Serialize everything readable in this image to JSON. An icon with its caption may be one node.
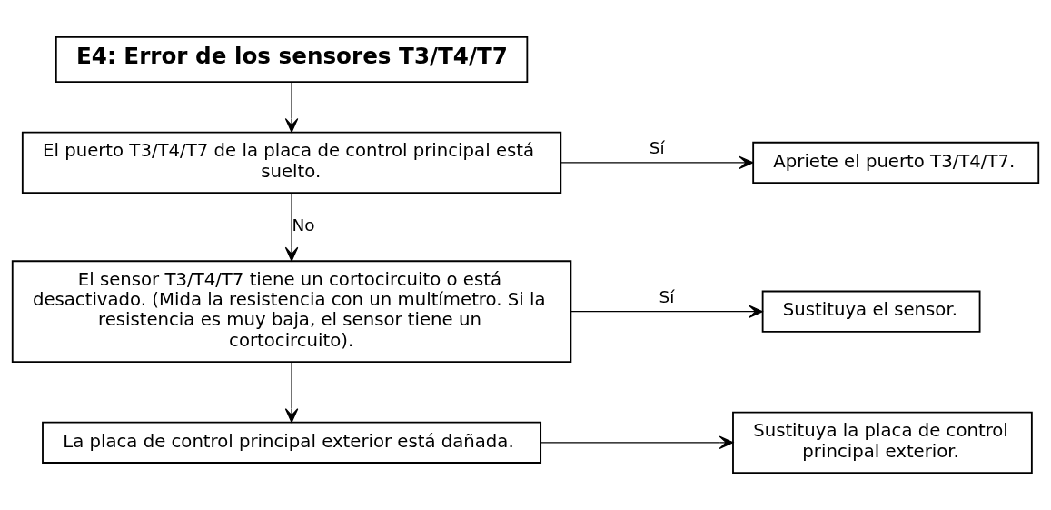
{
  "diagram": {
    "nodes": [
      {
        "text": [
          "E4: Error de los sensores T3/T4/T7"
        ]
      },
      {
        "text": [
          "El puerto T3/T4/T7 de la placa de control principal está suelto."
        ]
      },
      {
        "text": [
          "Apriete el puerto T3/T4/T7."
        ]
      },
      {
        "text": [
          "El sensor T3/T4/T7 tiene un cortocircuito o está desactivado. (Mida la resistencia con un multímetro. Si la resistencia es muy baja, el sensor tiene un cortocircuito)."
        ]
      },
      {
        "text": [
          "Sustituya el sensor."
        ]
      },
      {
        "text": [
          "La placa de control principal exterior está dañada."
        ]
      },
      {
        "text": [
          "Sustituya la placa de control principal exterior."
        ]
      }
    ],
    "edges": [
      {
        "from": 0,
        "to": 1,
        "arrow": "to"
      },
      {
        "from": 1,
        "to": 2,
        "arrow": "to",
        "label": "Sí"
      },
      {
        "from": 1,
        "to": 3,
        "arrow": "to",
        "label": "No"
      },
      {
        "from": 3,
        "to": 4,
        "arrow": "to",
        "label": "Sí"
      },
      {
        "from": 3,
        "to": 5,
        "arrow": "to"
      },
      {
        "from": 5,
        "to": 6,
        "arrow": "to"
      }
    ]
  }
}
